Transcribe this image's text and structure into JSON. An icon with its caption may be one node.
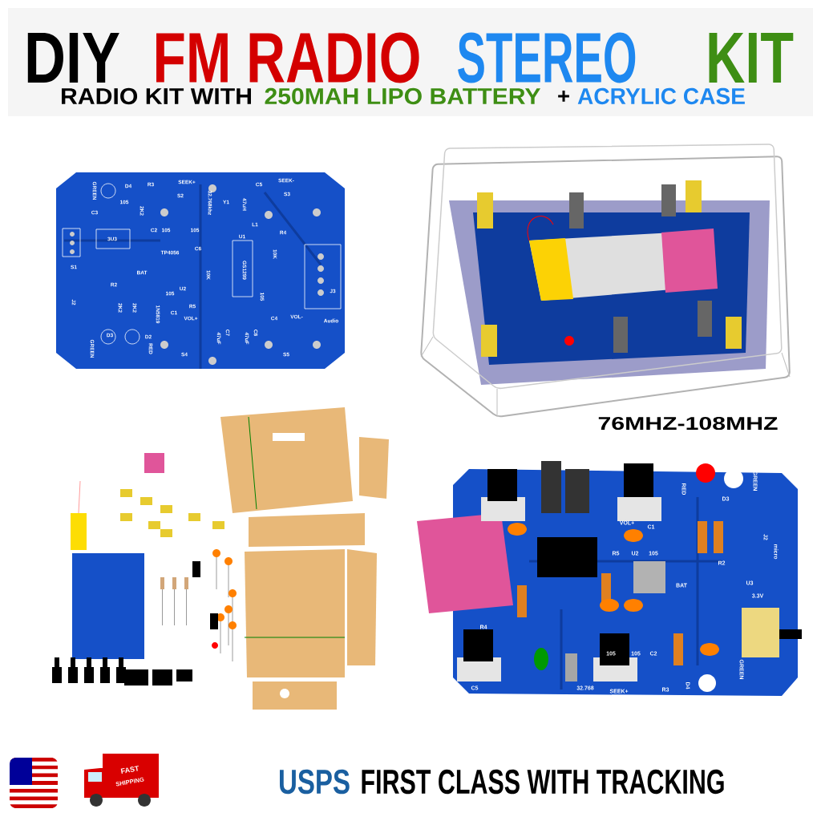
{
  "diagram": {
    "labels": [
      "DIY",
      "FM RADIO",
      "STEREO",
      "KIT",
      "RADIO KIT WITH",
      "250MAH LIPO BATTERY",
      "+",
      "ACRYLIC CASE",
      "GREEN",
      "D4",
      "R3",
      "SEEK+",
      "S2",
      "32.768khz",
      "Y1",
      "C5",
      "SEEK-",
      "S3",
      "105",
      "C3",
      "2K2",
      "47uH",
      "L1",
      "C2",
      "105",
      "105",
      "C6",
      "R4",
      "U1",
      "3U3",
      "TP4056",
      "BAT",
      "10K",
      "GS1299",
      "10K",
      "S1",
      "J3",
      "R2",
      "105",
      "U2",
      "105",
      "R5",
      "C1",
      "1N5819",
      "J2",
      "2K2",
      "2K2",
      "VOL+",
      "C4",
      "VOL-",
      "Audio",
      "D3",
      "D2",
      "GREEN",
      "RED",
      "47uF",
      "C7",
      "47uF",
      "C8",
      "S4",
      "S5",
      "76MHZ-108MHZ",
      "RED",
      "D3",
      "GREEN",
      "VOL+",
      "C1",
      "J2",
      "micro",
      "R5",
      "U2",
      "105",
      "R2",
      "BAT",
      "U3",
      "3.3V",
      "R4",
      "105",
      "105",
      "C2",
      "C5",
      "32.768",
      "SEEK+",
      "R3",
      "D4",
      "GREEN",
      "FAST",
      "SHIPPING",
      "USPS",
      "FIRST CLASS WITH TRACKING"
    ]
  }
}
